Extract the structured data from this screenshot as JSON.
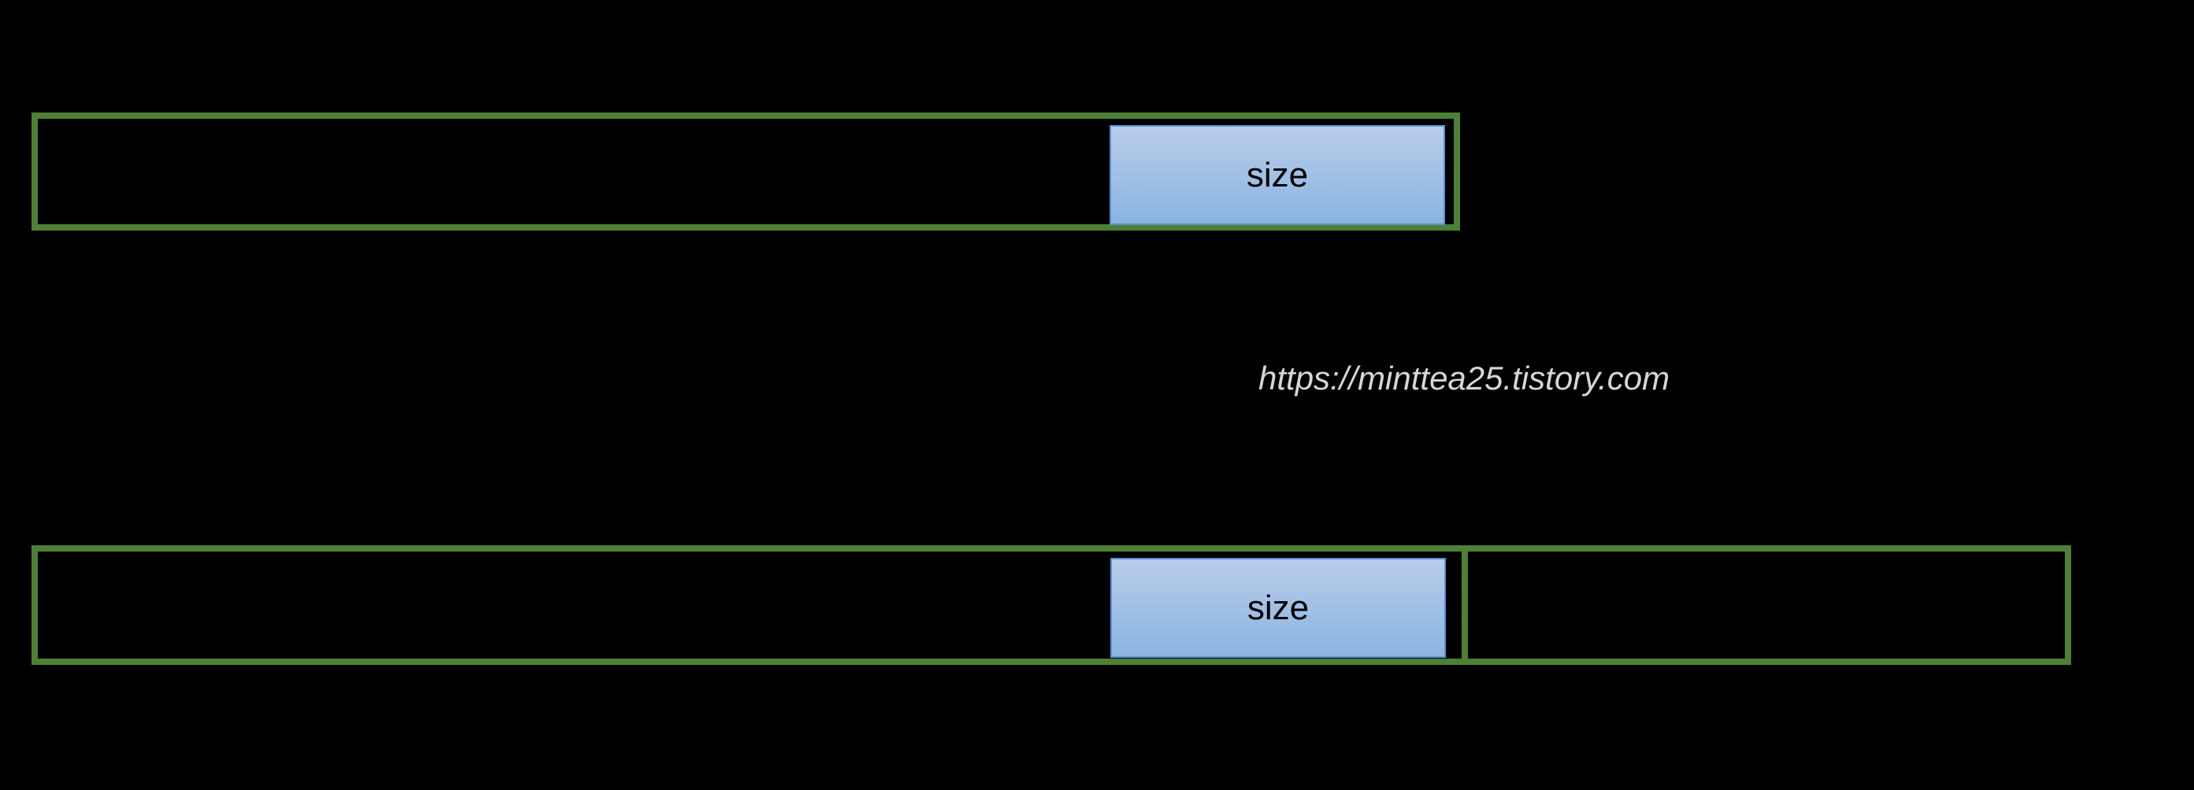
{
  "theme": {
    "background": "#000000",
    "border_green": "#4e8036",
    "block_fill_top": "#b7cdea",
    "block_fill_bottom": "#8bb4e2",
    "block_border": "#5b92d6",
    "block_text": "#000000",
    "watermark_color": "#d6d6d6"
  },
  "diagram": {
    "top_bar": {
      "label": "",
      "size_block": {
        "label": "size"
      }
    },
    "bottom_bar": {
      "label": "",
      "size_block": {
        "label": "size"
      },
      "trailing_segment": {
        "label": ""
      }
    }
  },
  "watermark": {
    "text": "https://minttea25.tistory.com"
  }
}
